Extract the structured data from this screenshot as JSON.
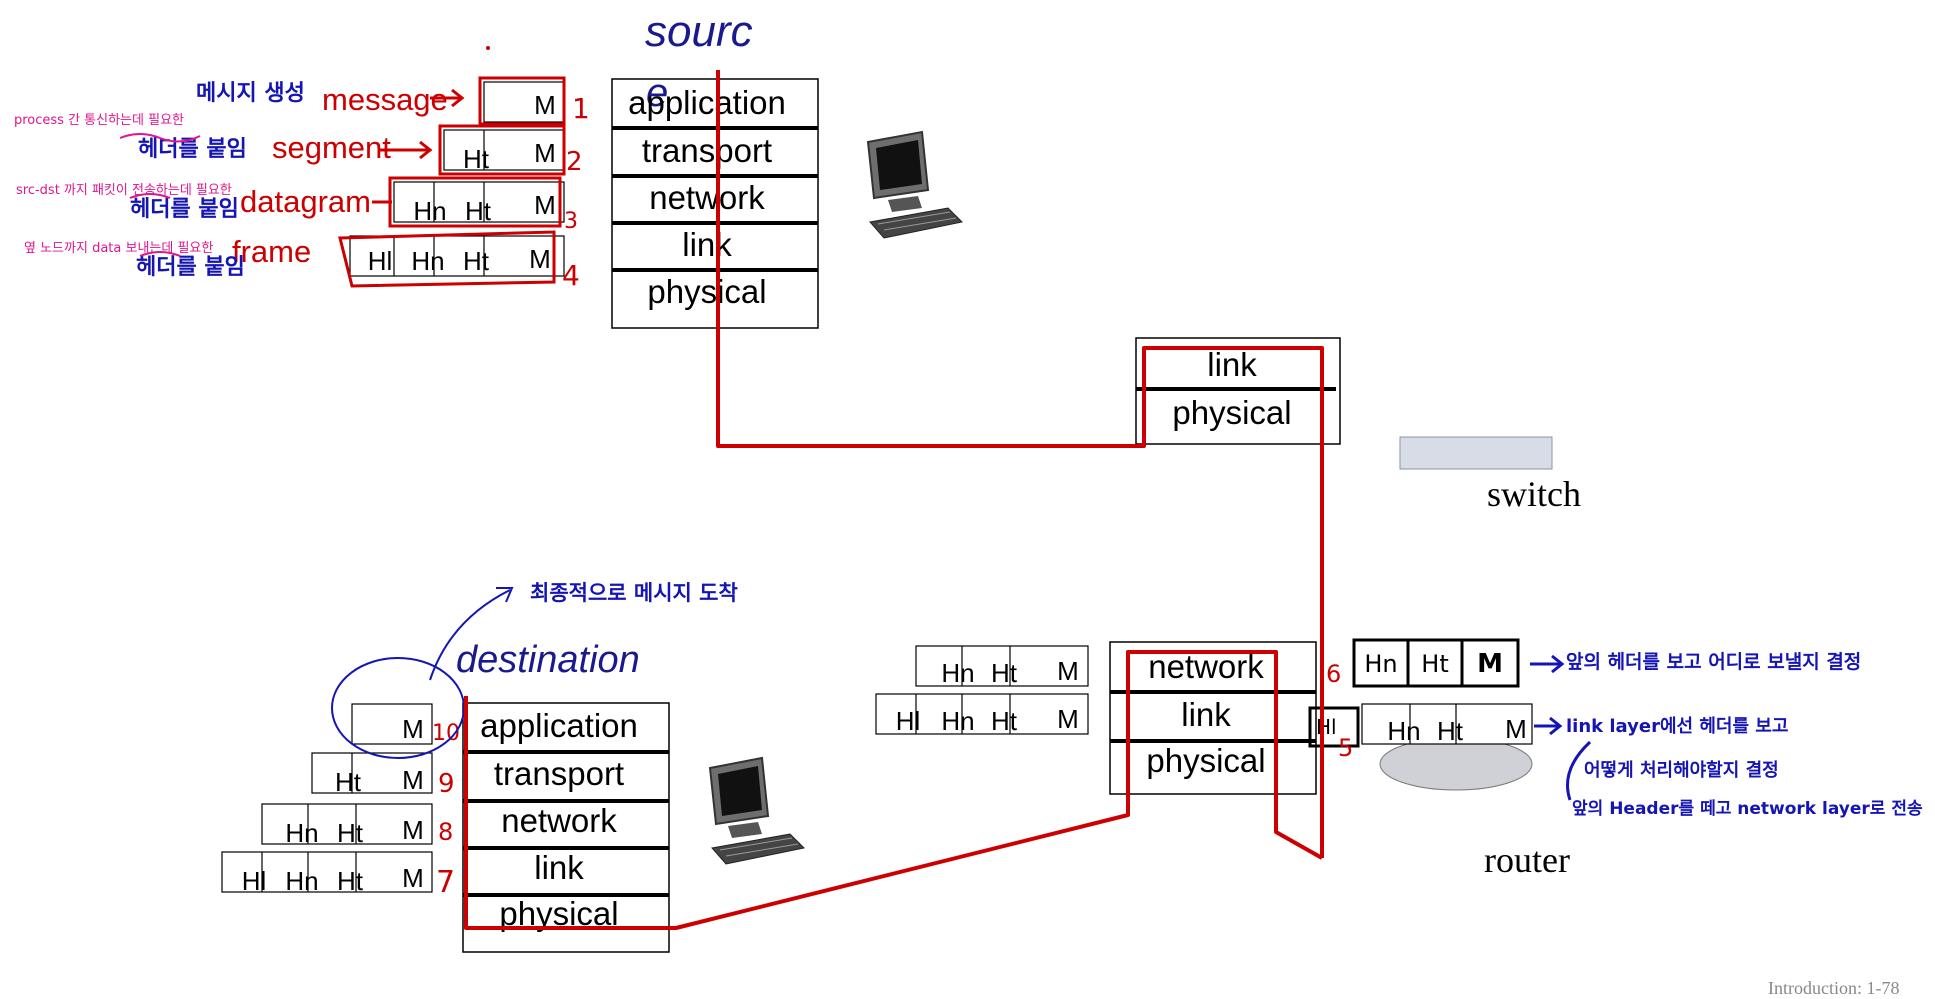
{
  "source": {
    "title": "sourc",
    "title_tail": "e",
    "layers": [
      "application",
      "transport",
      "network",
      "link",
      "physical"
    ],
    "pdu_labels": [
      "message",
      "segment",
      "datagram",
      "frame"
    ],
    "step_numbers": [
      "1",
      "2",
      "3",
      "4"
    ],
    "packets": [
      [
        "M"
      ],
      [
        "Ht",
        "M"
      ],
      [
        "Hn",
        "Ht",
        "M"
      ],
      [
        "Hl",
        "Hn",
        "Ht",
        "M"
      ]
    ],
    "notes": {
      "message": "메시지 생성",
      "process": "process 간 통신하는데 필요한",
      "header1": "헤더를 붙임",
      "src_dst": "src-dst 까지 패킷이 전송하는데 필요한",
      "header2": "헤더를 붙임",
      "link": "옆 노드까지 data 보내는데 필요한",
      "header3": "헤더를 붙임"
    }
  },
  "switch": {
    "label": "switch",
    "layers": [
      "link",
      "physical"
    ]
  },
  "router": {
    "label": "router",
    "layers": [
      "network",
      "link",
      "physical"
    ],
    "left_packets": [
      [
        "Hn",
        "Ht",
        "M"
      ],
      [
        "Hl",
        "Hn",
        "Ht",
        "M"
      ]
    ],
    "hand_packet": [
      "Hn",
      "Ht",
      "M"
    ],
    "right_packet": [
      "Hn",
      "Ht",
      "M"
    ],
    "hl_label": "Hl",
    "step_numbers": [
      "6",
      "5"
    ],
    "notes": {
      "n6": "앞의 헤더를 보고 어디로 보낼지 결정",
      "n5a": "link layer에선 헤더를 보고",
      "n5b": "어떻게 처리해야할지 결정",
      "n5c": "앞의 Header를 떼고 network layer로 전송"
    }
  },
  "destination": {
    "title": "destination",
    "layers": [
      "application",
      "transport",
      "network",
      "link",
      "physical"
    ],
    "packets": [
      [
        "M"
      ],
      [
        "Ht",
        "M"
      ],
      [
        "Hn",
        "Ht",
        "M"
      ],
      [
        "Hl",
        "Hn",
        "Ht",
        "M"
      ]
    ],
    "step_numbers": [
      "10",
      "9",
      "8",
      "7"
    ],
    "note": "최종적으로 메시지 도착"
  },
  "footer": "Introduction: 1-78",
  "colors": {
    "path": "#cc0000",
    "title": "#1a1a8c",
    "note_blue": "#1515b4",
    "note_pink": "#e0168f",
    "stack_line": "#000000"
  }
}
